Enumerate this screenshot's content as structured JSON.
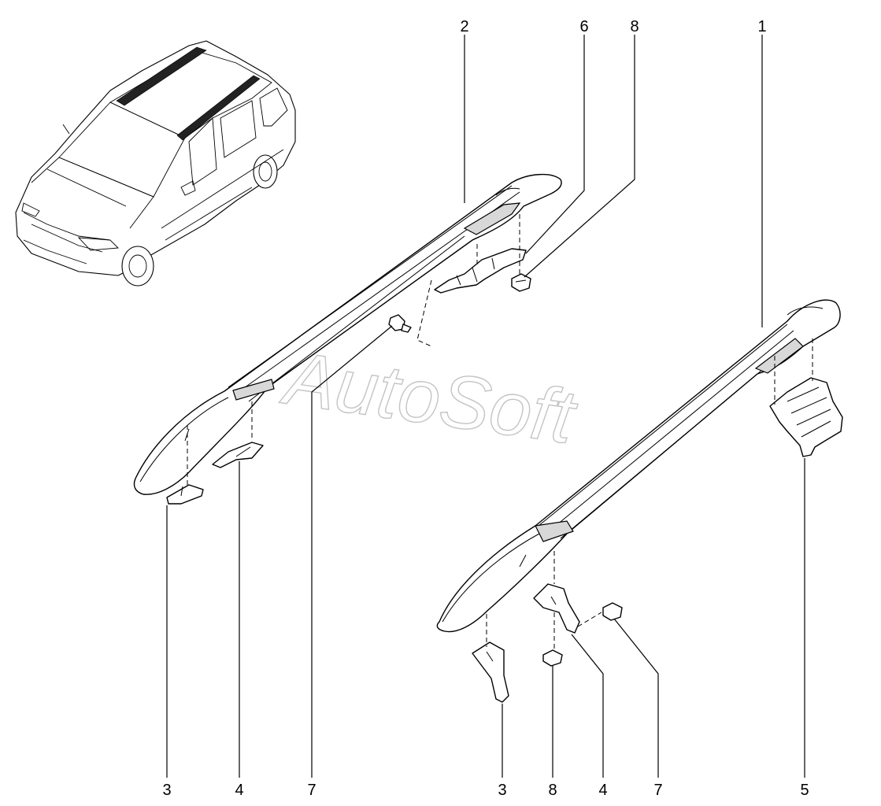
{
  "watermark": {
    "text": "AutoSoft"
  },
  "callouts": {
    "top_rail_left": "2",
    "top_bracket_6": "6",
    "top_nut_8": "8",
    "top_rail_right": "1",
    "bottom_3_left": "3",
    "bottom_4_left": "4",
    "bottom_7_left": "7",
    "bottom_3_right": "3",
    "bottom_8_right": "8",
    "bottom_4_right": "4",
    "bottom_7_right": "7",
    "bottom_5_right": "5"
  }
}
